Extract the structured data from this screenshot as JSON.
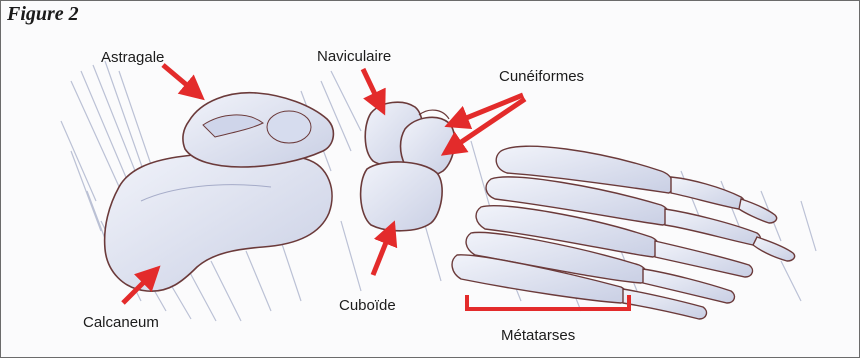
{
  "figure": {
    "title": "Figure 2",
    "accent_color": "#e32b2b",
    "bone_color": "#dfe3f1",
    "outline_color": "#6b3a3a",
    "shading_color": "#6d7aa6"
  },
  "labels": {
    "astragale": "Astragale",
    "naviculaire": "Naviculaire",
    "cuneiformes": "Cunéiformes",
    "calcaneum": "Calcaneum",
    "cuboide": "Cuboïde",
    "metatarses": "Métatarses"
  }
}
